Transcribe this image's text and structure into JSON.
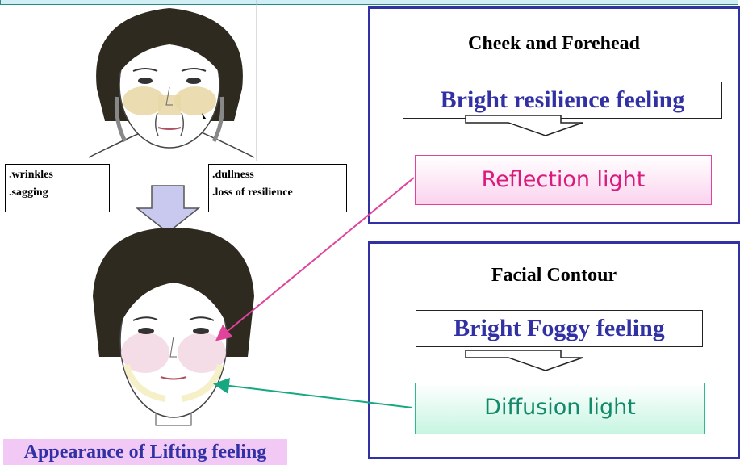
{
  "top_panel": {
    "title": "Cheek and Forehead",
    "feeling": "Bright resilience feeling",
    "light": "Reflection light"
  },
  "bottom_panel": {
    "title": "Facial Contour",
    "feeling": "Bright Foggy feeling",
    "light": "Diffusion light"
  },
  "notes": {
    "left": [
      "wrinkles",
      "sagging"
    ],
    "right": [
      "dullness",
      "loss of resilience"
    ]
  },
  "result_label": "Appearance of Lifting feeling",
  "colors": {
    "panel_border": "#3131a5",
    "reflection": "#d81b7c",
    "diffusion": "#128a6a",
    "label_bg": "#f2c8f5"
  },
  "icons": [
    "face-before-illustration",
    "face-after-illustration",
    "down-arrow-icon"
  ]
}
